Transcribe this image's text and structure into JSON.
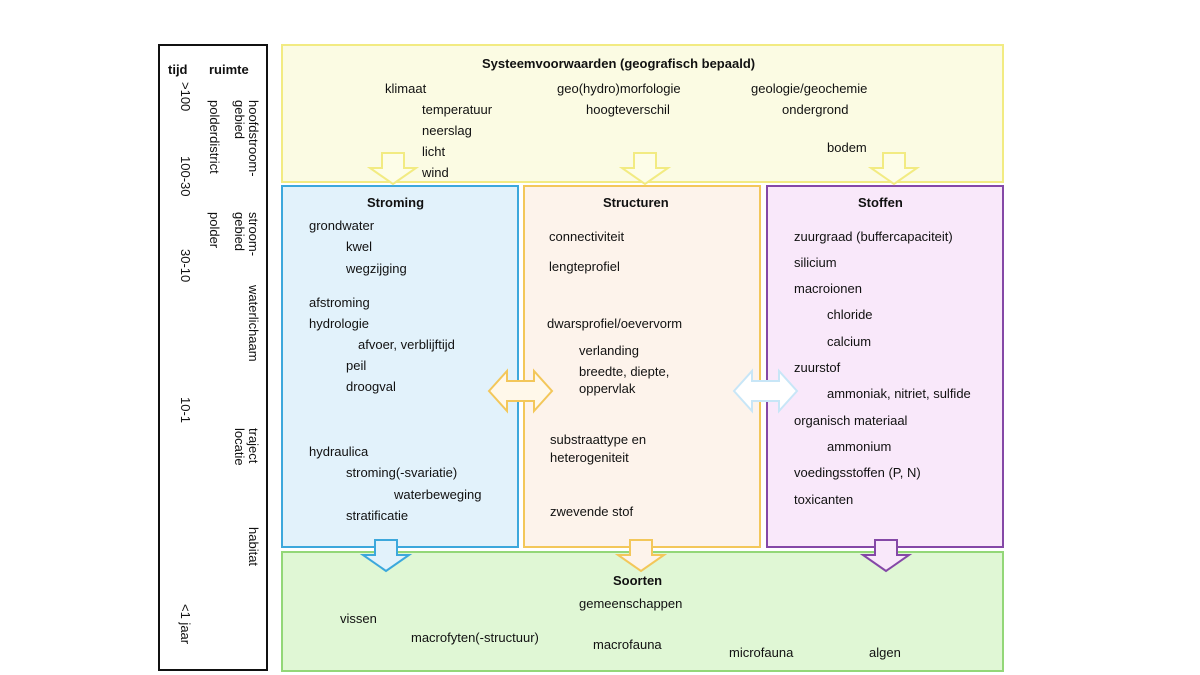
{
  "axis": {
    "tijd_header": "tijd",
    "ruimte_header": "ruimte",
    "tijd": [
      ">100",
      "100-30",
      "30-10",
      "10-1",
      "<1 jaar"
    ],
    "ruimte": [
      "hoofdstroom-",
      "gebied",
      "polderdistrict",
      "stroom-",
      "gebied",
      "polder",
      "waterlichaam",
      "traject",
      "locatie",
      "habitat"
    ]
  },
  "systeem": {
    "title": "Systeemvoorwaarden (geografisch bepaald)",
    "items": [
      "klimaat",
      "temperatuur",
      "neerslag",
      "licht",
      "wind",
      "geo(hydro)morfologie",
      "hoogteverschil",
      "geologie/geochemie",
      "ondergrond",
      "bodem"
    ]
  },
  "stroming": {
    "title": "Stroming",
    "items": [
      "grondwater",
      "kwel",
      "wegzijging",
      "afstroming",
      "hydrologie",
      "afvoer, verblijftijd",
      "peil",
      "droogval",
      "hydraulica",
      "stroming(-svariatie)",
      "waterbeweging",
      "stratificatie"
    ]
  },
  "structuren": {
    "title": "Structuren",
    "items": [
      "connectiviteit",
      "lengteprofiel",
      "dwarsprofiel/oevervorm",
      "verlanding",
      "breedte, diepte,",
      "oppervlak",
      "substraattype en",
      "heterogeniteit",
      "zwevende stof"
    ]
  },
  "stoffen": {
    "title": "Stoffen",
    "items": [
      "zuurgraad (buffercapaciteit)",
      "silicium",
      "macroionen",
      "chloride",
      "calcium",
      "zuurstof",
      "ammoniak, nitriet, sulfide",
      "organisch materiaal",
      "ammonium",
      "voedingsstoffen (P, N)",
      "toxicanten"
    ]
  },
  "soorten": {
    "title": "Soorten",
    "items": [
      "gemeenschappen",
      "vissen",
      "macrofyten(-structuur)",
      "macrofauna",
      "microfauna",
      "algen"
    ]
  },
  "colors": {
    "systeem_border": "#f2eb82",
    "systeem_fill": "#fbfbe3",
    "stroming_border": "#3ca8dc",
    "structuren_border": "#f3c75a",
    "stoffen_border": "#8548a7",
    "soorten_border": "#93d778",
    "arrow_down_yellow": "#f2eb82",
    "arrow_lr_orange": "#f3c75a",
    "arrow_lr_blue": "#c8e6f7"
  }
}
